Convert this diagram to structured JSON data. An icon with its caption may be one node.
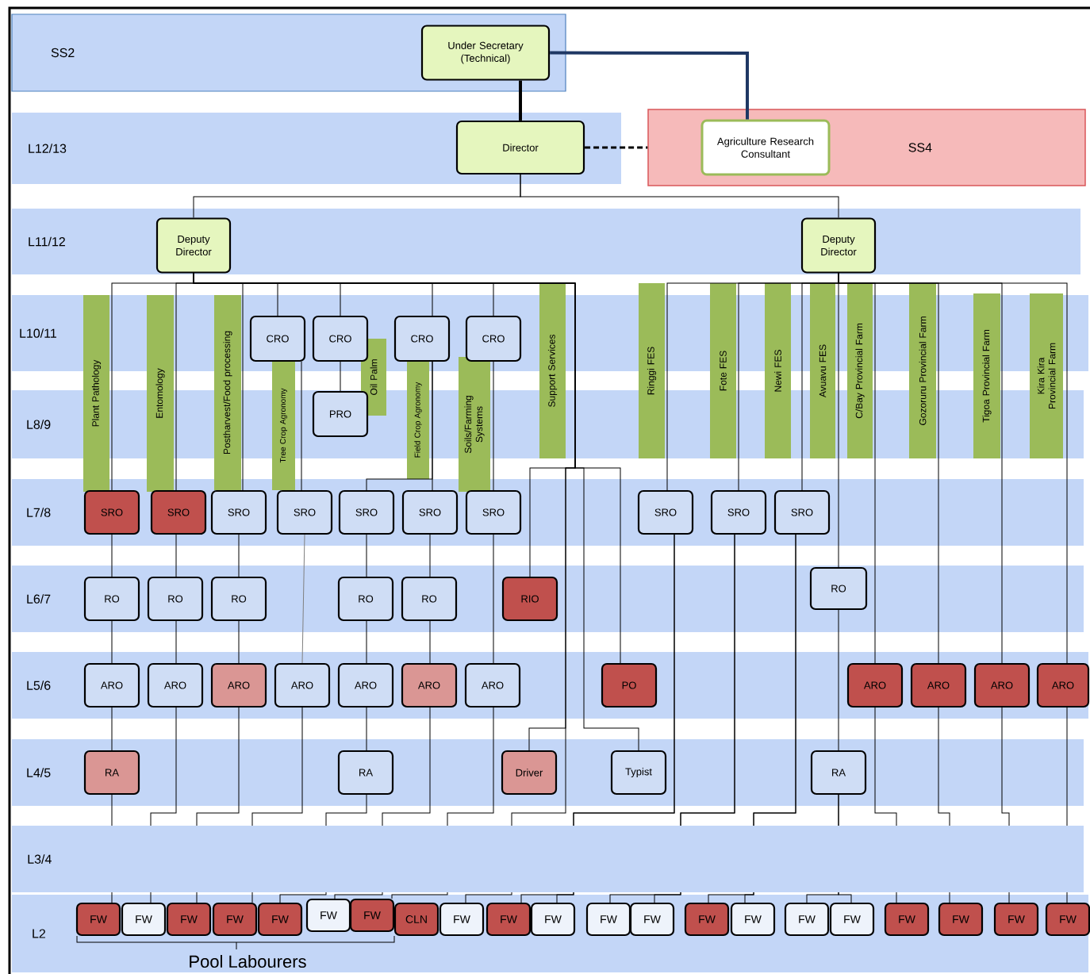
{
  "diagram": {
    "nodes": [
      {
        "text": [
          "SS2"
        ]
      },
      {
        "text": [
          "Under Secretary (Technical)"
        ],
        "in": 0
      },
      {
        "text": [
          "L12/13"
        ]
      },
      {
        "text": [
          "Director"
        ],
        "in": 2
      },
      {
        "text": [
          "SS4"
        ]
      },
      {
        "text": [
          "Agriculture Research Consultant"
        ],
        "in": 4
      },
      {
        "text": [
          "L11/12"
        ]
      },
      {
        "text": [
          "Deputy Director"
        ],
        "in": 6
      },
      {
        "text": [
          "Deputy Director"
        ],
        "in": 6
      },
      {
        "text": [
          "L10/11"
        ]
      },
      {
        "text": [
          "Plant Pathology"
        ]
      },
      {
        "text": [
          "Entomology"
        ]
      },
      {
        "text": [
          "Postharvest/Food processing"
        ]
      },
      {
        "text": [
          "CRO"
        ],
        "in": 9
      },
      {
        "text": [
          "CRO"
        ],
        "in": 9
      },
      {
        "text": [
          "CRO"
        ],
        "in": 9
      },
      {
        "text": [
          "CRO"
        ],
        "in": 9
      },
      {
        "text": [
          "Support Services"
        ]
      },
      {
        "text": [
          "Ringgi FES"
        ]
      },
      {
        "text": [
          "Fote FES"
        ]
      },
      {
        "text": [
          "Newi FES"
        ]
      },
      {
        "text": [
          "Avuavu FES"
        ]
      },
      {
        "text": [
          "C/Bay Provincial Farm"
        ]
      },
      {
        "text": [
          "Gozoruru Provincial Farm"
        ]
      },
      {
        "text": [
          "Tigoa Provincial Farm"
        ]
      },
      {
        "text": [
          "Kira Kira Provincial Farm"
        ]
      },
      {
        "text": [
          "Tree Crop Agronomy"
        ]
      },
      {
        "text": [
          "Oil Palm"
        ]
      },
      {
        "text": [
          "Field Crop Agronomy"
        ]
      },
      {
        "text": [
          "Soils/Farming Systems"
        ]
      },
      {
        "text": [
          "L8/9"
        ]
      },
      {
        "text": [
          "PRO"
        ],
        "in": 30
      },
      {
        "text": [
          "L7/8"
        ]
      },
      {
        "text": [
          "SRO"
        ],
        "in": 32
      },
      {
        "text": [
          "SRO"
        ],
        "in": 32
      },
      {
        "text": [
          "SRO"
        ],
        "in": 32
      },
      {
        "text": [
          "SRO"
        ],
        "in": 32
      },
      {
        "text": [
          "SRO"
        ],
        "in": 32
      },
      {
        "text": [
          "SRO"
        ],
        "in": 32
      },
      {
        "text": [
          "SRO"
        ],
        "in": 32
      },
      {
        "text": [
          "SRO"
        ],
        "in": 32
      },
      {
        "text": [
          "SRO"
        ],
        "in": 32
      },
      {
        "text": [
          "SRO"
        ],
        "in": 32
      },
      {
        "text": [
          "L6/7"
        ]
      },
      {
        "text": [
          "RO"
        ],
        "in": 43
      },
      {
        "text": [
          "RO"
        ],
        "in": 43
      },
      {
        "text": [
          "RO"
        ],
        "in": 43
      },
      {
        "text": [
          "RO"
        ],
        "in": 43
      },
      {
        "text": [
          "RO"
        ],
        "in": 43
      },
      {
        "text": [
          "RIO"
        ],
        "in": 43
      },
      {
        "text": [
          "RO"
        ],
        "in": 43
      },
      {
        "text": [
          "L5/6"
        ]
      },
      {
        "text": [
          "ARO"
        ],
        "in": 51
      },
      {
        "text": [
          "ARO"
        ],
        "in": 51
      },
      {
        "text": [
          "ARO"
        ],
        "in": 51
      },
      {
        "text": [
          "ARO"
        ],
        "in": 51
      },
      {
        "text": [
          "ARO"
        ],
        "in": 51
      },
      {
        "text": [
          "ARO"
        ],
        "in": 51
      },
      {
        "text": [
          "ARO"
        ],
        "in": 51
      },
      {
        "text": [
          "PO"
        ],
        "in": 51
      },
      {
        "text": [
          "ARO"
        ],
        "in": 51
      },
      {
        "text": [
          "ARO"
        ],
        "in": 51
      },
      {
        "text": [
          "ARO"
        ],
        "in": 51
      },
      {
        "text": [
          "ARO"
        ],
        "in": 51
      },
      {
        "text": [
          "L4/5"
        ]
      },
      {
        "text": [
          "RA"
        ],
        "in": 64
      },
      {
        "text": [
          "RA"
        ],
        "in": 64
      },
      {
        "text": [
          "Driver"
        ],
        "in": 64
      },
      {
        "text": [
          "Typist"
        ],
        "in": 64
      },
      {
        "text": [
          "RA"
        ],
        "in": 64
      },
      {
        "text": [
          "L2"
        ]
      },
      {
        "text": [
          "FW"
        ],
        "in": 70
      },
      {
        "text": [
          "FW"
        ],
        "in": 70
      },
      {
        "text": [
          "FW"
        ],
        "in": 70
      },
      {
        "text": [
          "FW"
        ],
        "in": 70
      },
      {
        "text": [
          "FW"
        ],
        "in": 70
      },
      {
        "text": [
          "FW"
        ],
        "in": 70
      },
      {
        "text": [
          "FW"
        ],
        "in": 70
      },
      {
        "text": [
          "CLN"
        ],
        "in": 70
      },
      {
        "text": [
          "FW"
        ],
        "in": 70
      },
      {
        "text": [
          "FW"
        ],
        "in": 70
      },
      {
        "text": [
          "FW"
        ],
        "in": 70
      },
      {
        "text": [
          "FW"
        ],
        "in": 70
      },
      {
        "text": [
          "FW"
        ],
        "in": 70
      },
      {
        "text": [
          "FW"
        ],
        "in": 70
      },
      {
        "text": [
          "FW"
        ],
        "in": 70
      },
      {
        "text": [
          "FW"
        ],
        "in": 70
      },
      {
        "text": [
          "FW"
        ],
        "in": 70
      },
      {
        "text": [
          "FW"
        ],
        "in": 70
      },
      {
        "text": [
          "FW"
        ],
        "in": 70
      },
      {
        "text": [
          "FW"
        ],
        "in": 70
      },
      {
        "text": [
          "FW"
        ],
        "in": 70
      }
    ],
    "edges": [
      {
        "from": 1,
        "to": 3,
        "arrow": "none",
        "style": "thick"
      },
      {
        "from": 1,
        "to": 5,
        "arrow": "none",
        "style": "thick",
        "color": "#1f3864"
      },
      {
        "from": 3,
        "to": 4,
        "arrow": "none",
        "style": "dashed"
      },
      {
        "from": 3,
        "to": 7,
        "arrow": "none"
      },
      {
        "from": 3,
        "to": 8,
        "arrow": "none"
      },
      {
        "from": 7,
        "to": 33,
        "arrow": "none"
      },
      {
        "from": 7,
        "to": 34,
        "arrow": "none"
      },
      {
        "from": 7,
        "to": 35,
        "arrow": "none"
      },
      {
        "from": 7,
        "to": 13,
        "arrow": "none"
      },
      {
        "from": 7,
        "to": 14,
        "arrow": "none"
      },
      {
        "from": 7,
        "to": 15,
        "arrow": "none"
      },
      {
        "from": 7,
        "to": 16,
        "arrow": "none"
      },
      {
        "from": 7,
        "to": 49,
        "arrow": "none"
      },
      {
        "from": 7,
        "to": 67,
        "arrow": "none"
      },
      {
        "from": 7,
        "to": 68,
        "arrow": "none"
      },
      {
        "from": 7,
        "to": 59,
        "arrow": "none"
      },
      {
        "from": 7,
        "to": 79,
        "arrow": "none"
      },
      {
        "from": 8,
        "to": 40,
        "arrow": "none"
      },
      {
        "from": 8,
        "to": 41,
        "arrow": "none"
      },
      {
        "from": 8,
        "to": 42,
        "arrow": "none"
      },
      {
        "from": 8,
        "to": 50,
        "arrow": "none"
      },
      {
        "from": 8,
        "to": 60,
        "arrow": "none"
      },
      {
        "from": 8,
        "to": 61,
        "arrow": "none"
      },
      {
        "from": 8,
        "to": 62,
        "arrow": "none"
      },
      {
        "from": 8,
        "to": 63,
        "arrow": "none"
      },
      {
        "from": 13,
        "to": 36,
        "arrow": "none"
      },
      {
        "from": 14,
        "to": 31,
        "arrow": "none"
      },
      {
        "from": 15,
        "to": 37,
        "arrow": "none"
      },
      {
        "from": 15,
        "to": 38,
        "arrow": "none"
      },
      {
        "from": 16,
        "to": 39,
        "arrow": "none"
      },
      {
        "from": 33,
        "to": 44,
        "arrow": "none"
      },
      {
        "from": 44,
        "to": 52,
        "arrow": "none"
      },
      {
        "from": 52,
        "to": 65,
        "arrow": "none"
      },
      {
        "from": 65,
        "to": 71,
        "arrow": "none"
      },
      {
        "from": 34,
        "to": 45,
        "arrow": "none"
      },
      {
        "from": 45,
        "to": 53,
        "arrow": "none"
      },
      {
        "from": 53,
        "to": 72,
        "arrow": "none"
      },
      {
        "from": 35,
        "to": 46,
        "arrow": "none"
      },
      {
        "from": 46,
        "to": 54,
        "arrow": "none"
      },
      {
        "from": 54,
        "to": 73,
        "arrow": "none"
      },
      {
        "from": 36,
        "to": 55,
        "arrow": "none",
        "color": "#808080"
      },
      {
        "from": 55,
        "to": 74,
        "arrow": "none"
      },
      {
        "from": 37,
        "to": 47,
        "arrow": "none"
      },
      {
        "from": 47,
        "to": 56,
        "arrow": "none"
      },
      {
        "from": 56,
        "to": 66,
        "arrow": "none"
      },
      {
        "from": 66,
        "to": 75,
        "arrow": "none"
      },
      {
        "from": 38,
        "to": 48,
        "arrow": "none"
      },
      {
        "from": 48,
        "to": 57,
        "arrow": "none"
      },
      {
        "from": 57,
        "to": 76,
        "arrow": "none"
      },
      {
        "from": 39,
        "to": 58,
        "arrow": "none"
      },
      {
        "from": 58,
        "to": 77,
        "arrow": "none"
      },
      {
        "from": 40,
        "to": 80,
        "arrow": "none"
      },
      {
        "from": 40,
        "to": 81,
        "arrow": "none"
      },
      {
        "from": 41,
        "to": 82,
        "arrow": "none"
      },
      {
        "from": 41,
        "to": 83,
        "arrow": "none"
      },
      {
        "from": 42,
        "to": 84,
        "arrow": "none"
      },
      {
        "from": 42,
        "to": 85,
        "arrow": "none"
      },
      {
        "from": 50,
        "to": 69,
        "arrow": "none"
      },
      {
        "from": 69,
        "to": 86,
        "arrow": "none"
      },
      {
        "from": 69,
        "to": 87,
        "arrow": "none"
      },
      {
        "from": 60,
        "to": 88,
        "arrow": "none"
      },
      {
        "from": 61,
        "to": 89,
        "arrow": "none"
      },
      {
        "from": 62,
        "to": 90,
        "arrow": "none"
      },
      {
        "from": 63,
        "to": 91,
        "arrow": "none"
      }
    ],
    "labels": [
      "L3/4",
      "Pool Labourers"
    ]
  }
}
